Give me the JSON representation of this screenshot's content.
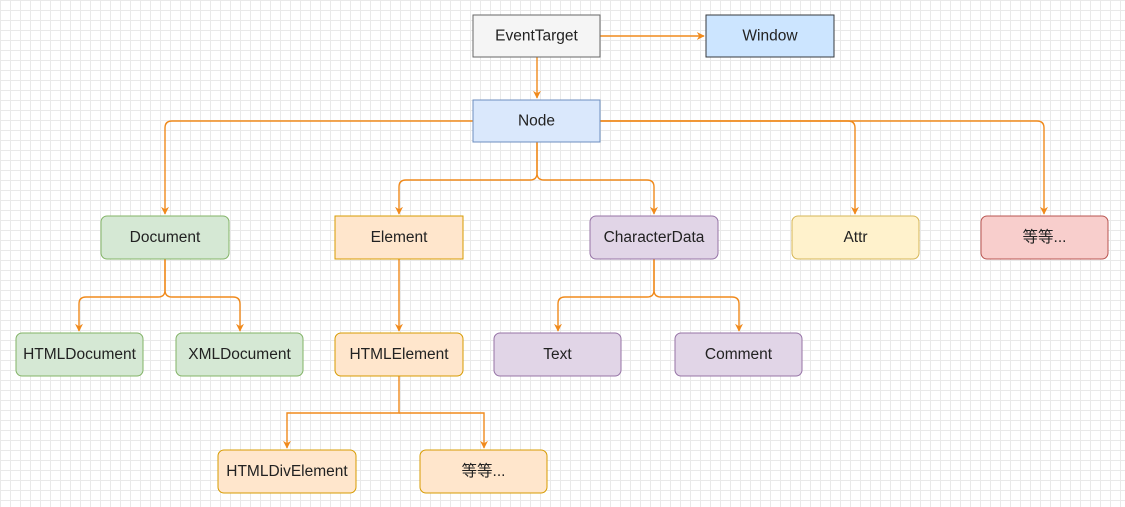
{
  "diagram": {
    "nodes": {
      "event_target": "EventTarget",
      "window": "Window",
      "node": "Node",
      "document": "Document",
      "element": "Element",
      "character_data": "CharacterData",
      "attr": "Attr",
      "etc_node": "等等...",
      "html_document": "HTMLDocument",
      "xml_document": "XMLDocument",
      "html_element": "HTMLElement",
      "text": "Text",
      "comment": "Comment",
      "html_div_element": "HTMLDivElement",
      "etc_element": "等等..."
    },
    "colors": {
      "edge": "#f08a1c",
      "gray_fill": "#f5f5f5",
      "gray_stroke": "#666666",
      "blue_fill": "#dae8fc",
      "blue_stroke": "#6c8ebf",
      "window_fill": "#cce5ff",
      "window_stroke": "#36393d",
      "green_fill": "#d5e8d4",
      "green_stroke": "#82b366",
      "orange_fill": "#ffe6cc",
      "orange_stroke": "#d79b00",
      "purple_fill": "#e1d5e7",
      "purple_stroke": "#9673a6",
      "yellow_fill": "#fff2cc",
      "yellow_stroke": "#d6b656",
      "red_fill": "#f8cecc",
      "red_stroke": "#b85450"
    }
  }
}
